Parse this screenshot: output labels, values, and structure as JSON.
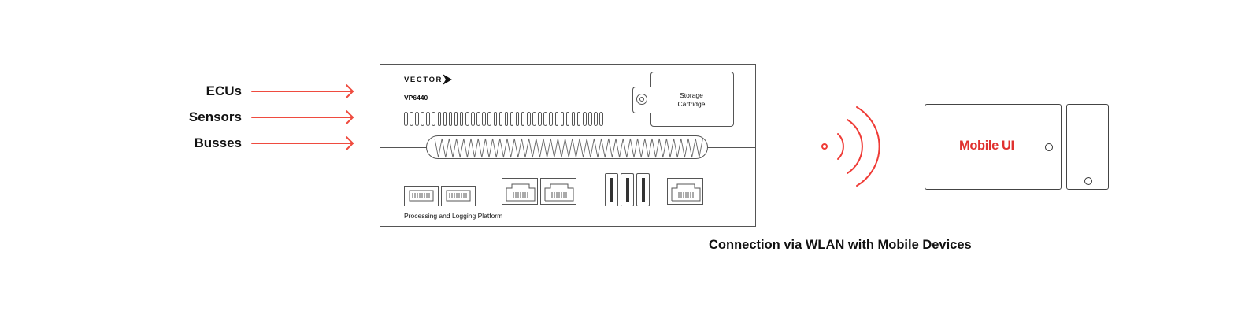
{
  "inputs": [
    {
      "label": "ECUs"
    },
    {
      "label": "Sensors"
    },
    {
      "label": "Busses"
    }
  ],
  "device": {
    "brand": "VECTOR",
    "model": "VP6440",
    "storage_label_line1": "Storage",
    "storage_label_line2": "Cartridge",
    "platform_label": "Processing and Logging Platform"
  },
  "wireless": {
    "caption": "Connection via WLAN with Mobile Devices"
  },
  "mobile": {
    "label": "Mobile UI"
  },
  "colors": {
    "arrow": "#ef4b3f",
    "signal": "#ef3b36",
    "mobile_text": "#e0312f",
    "outline": "#555555"
  }
}
